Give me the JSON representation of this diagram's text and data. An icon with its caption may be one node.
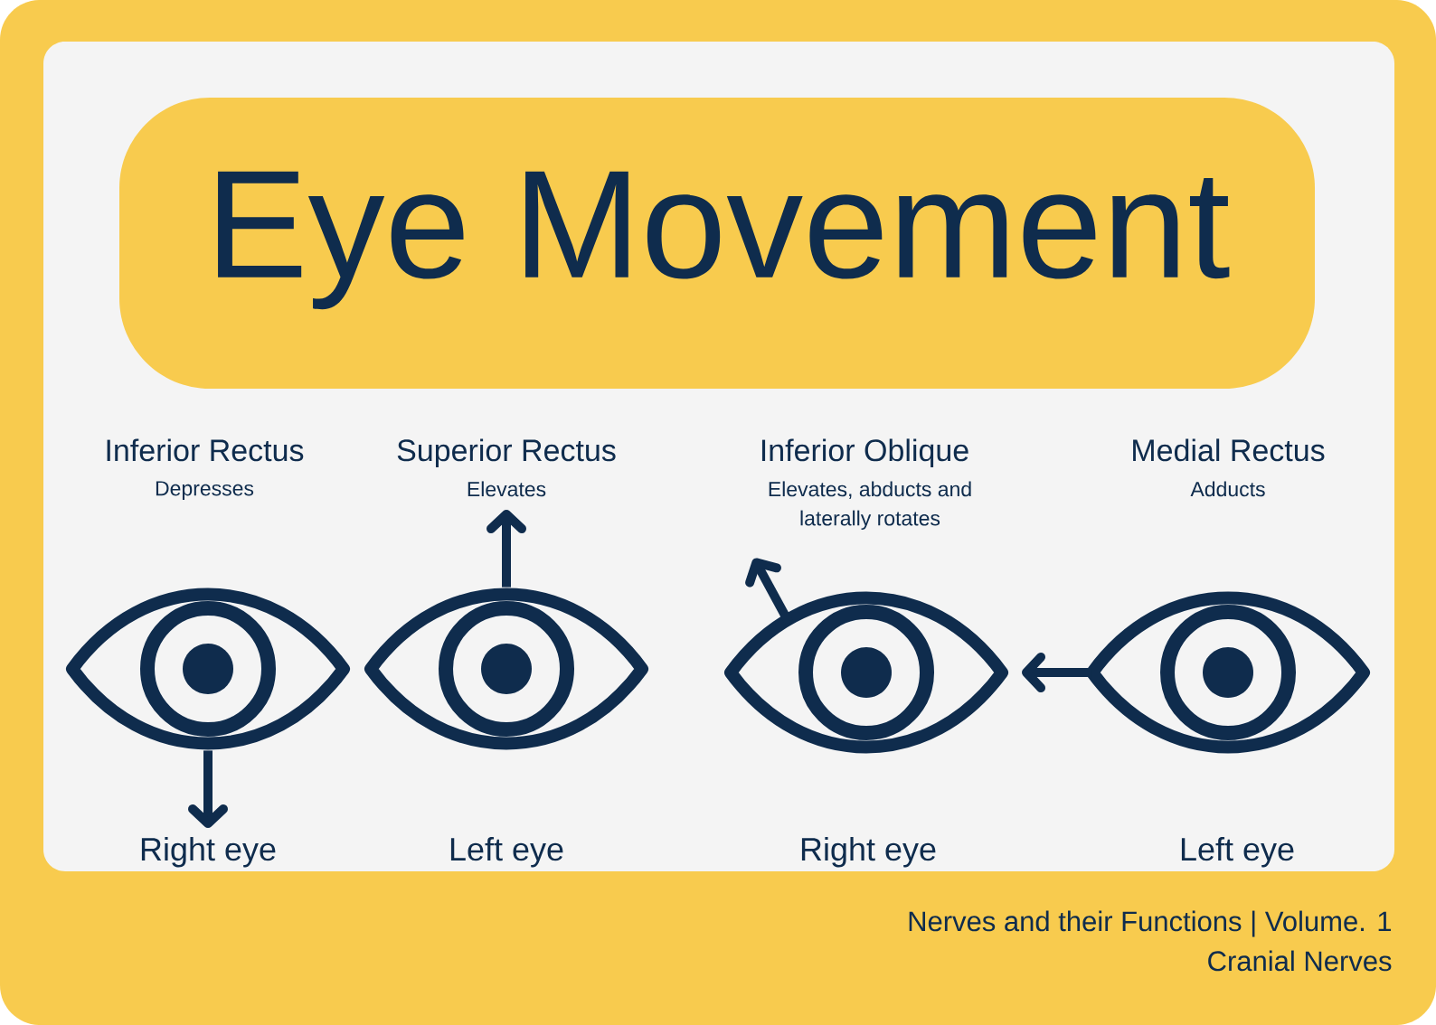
{
  "diagram": {
    "title": "Eye Movement",
    "nodes": [
      {
        "text": [
          "Inferior Rectus",
          "Depresses"
        ],
        "beside": [
          "Right eye"
        ]
      },
      {
        "text": [
          "Superior Rectus",
          "Elevates"
        ],
        "beside": [
          "Left eye"
        ]
      },
      {
        "text": [
          "Inferior Oblique",
          "Elevates, abducts and laterally rotates"
        ],
        "beside": [
          "Right eye"
        ]
      },
      {
        "text": [
          "Medial Rectus",
          "Adducts"
        ],
        "beside": [
          "Left eye"
        ]
      }
    ],
    "edges": [
      {
        "from": 0,
        "to": null,
        "arrow": "to"
      },
      {
        "from": 1,
        "to": null,
        "arrow": "to"
      },
      {
        "from": 2,
        "to": null,
        "arrow": "to"
      },
      {
        "from": 3,
        "to": null,
        "arrow": "to"
      }
    ],
    "labels": [
      "Nerves and their Functions | Volume. 1",
      "Cranial Nerves"
    ]
  }
}
